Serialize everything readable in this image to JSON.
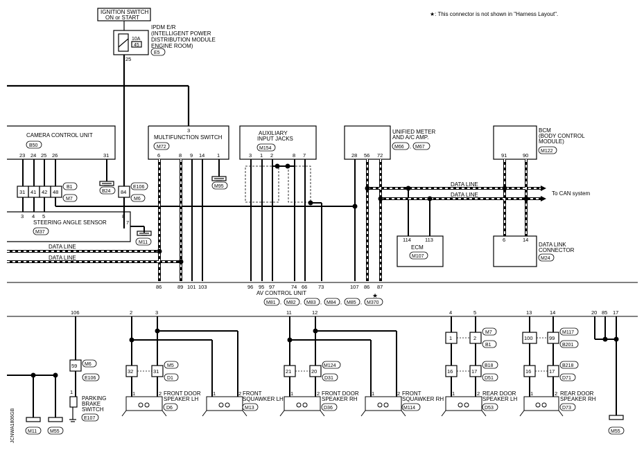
{
  "note": "★: This connector is not shown in \"Harness Layout\".",
  "ignition": {
    "line1": "IGNITION SWITCH",
    "line2": "ON or START"
  },
  "ipdm": {
    "line1": "IPDM E/R",
    "line2": "(INTELLIGENT POWER",
    "line3": "DISTRIBUTION MODULE",
    "line4": "ENGINE ROOM)",
    "fuse_amp": "10A",
    "fuse_no": "45",
    "conn": "E5",
    "pin": "25"
  },
  "camera": {
    "name": "CAMERA CONTROL UNIT",
    "conn": "B50",
    "pins": [
      "23",
      "24",
      "25",
      "26",
      "31"
    ]
  },
  "multifunction": {
    "name": "MULTIFUNCTION SWITCH",
    "conn": "M72",
    "top_pin": "3",
    "pins": [
      "6",
      "8",
      "9",
      "14",
      "1"
    ]
  },
  "aux": {
    "line1": "AUXILIARY",
    "line2": "INPUT JACKS",
    "conn": "M154",
    "pins": [
      "3",
      "1",
      "2",
      "8",
      "7"
    ]
  },
  "meter": {
    "line1": "UNIFIED METER",
    "line2": "AND A/C AMP.",
    "conn1": "M66",
    "conn2": "M67",
    "pins": [
      "28",
      "56",
      "72"
    ]
  },
  "bcm": {
    "line1": "BCM",
    "line2": "(BODY CONTROL",
    "line3": "MODULE)",
    "conn": "M122",
    "pins": [
      "91",
      "90"
    ]
  },
  "ecm": {
    "name": "ECM",
    "conn": "M107",
    "pins": [
      "114",
      "113"
    ]
  },
  "dlc": {
    "line1": "DATA LINK",
    "line2": "CONNECTOR",
    "conn": "M24",
    "pins": [
      "6",
      "14"
    ]
  },
  "can": {
    "data_line": "DATA LINE",
    "to_can": "To CAN system"
  },
  "steering": {
    "name": "STEERING ANGLE SENSOR",
    "conn": "M37",
    "top_pins": [
      "3",
      "4",
      "5"
    ],
    "pin8": "8",
    "pin7": "7"
  },
  "joint_b1": {
    "pins": [
      "31",
      "41",
      "42",
      "48"
    ],
    "conn1": "B1",
    "conn2": "M7"
  },
  "joint_e106": {
    "pin": "84",
    "conn1": "E106",
    "conn2": "M6"
  },
  "grounds_top": {
    "g1": "B24",
    "g2": "M95",
    "g3": "M11"
  },
  "av": {
    "name": "AV CONTROL UNIT",
    "pins_left": [
      "86",
      "89",
      "101",
      "103"
    ],
    "pins_mid": [
      "96",
      "95",
      "97",
      "74",
      "66",
      "73"
    ],
    "pins_right": [
      "107",
      "86",
      "87"
    ],
    "conns": [
      "M81",
      "M82",
      "M83",
      "M84",
      "M85",
      "M370"
    ]
  },
  "av_lower_pins": {
    "p106": "106",
    "p2": "2",
    "p3": "3",
    "p11": "11",
    "p12": "12",
    "p4": "4",
    "p5": "5",
    "p13": "13",
    "p14": "14",
    "p20": "20",
    "p85": "85",
    "p17": "17"
  },
  "parking": {
    "line1": "PARKING",
    "line2": "BRAKE",
    "line3": "SWITCH",
    "conn": "E107",
    "joint_pin": "59",
    "joint_conn1": "M6",
    "joint_conn2": "E106",
    "pin1": "1"
  },
  "fd_lh": {
    "line1": "FRONT DOOR",
    "line2": "SPEAKER LH",
    "conn": "D6",
    "j_pins": [
      "32",
      "31"
    ],
    "j_conn1": "M5",
    "j_conn2": "D1"
  },
  "fs_lh": {
    "line1": "FRONT",
    "line2": "SQUAWKER LH",
    "conn": "M13"
  },
  "fd_rh": {
    "line1": "FRONT DOOR",
    "line2": "SPEAKER RH",
    "conn": "D36",
    "j_pins": [
      "21",
      "20"
    ],
    "j_conn1": "M124",
    "j_conn2": "D31"
  },
  "fs_rh": {
    "line1": "FRONT",
    "line2": "SQUAWKER RH",
    "conn": "M114"
  },
  "rd_lh": {
    "line1": "REAR DOOR",
    "line2": "SPEAKER LH",
    "conn": "D53",
    "j1_pins": [
      "1",
      "2"
    ],
    "j1_conn1": "M7",
    "j1_conn2": "B1",
    "j2_pins": [
      "16",
      "17"
    ],
    "j2_conn1": "B18",
    "j2_conn2": "D51"
  },
  "rd_rh": {
    "line1": "REAR DOOR",
    "line2": "SPEAKER RH",
    "conn": "D73",
    "j1_pins": [
      "100",
      "99"
    ],
    "j1_conn1": "M117",
    "j1_conn2": "B201",
    "j2_pins": [
      "16",
      "17"
    ],
    "j2_conn1": "B218",
    "j2_conn2": "D71"
  },
  "speaker_pins": {
    "p1": "1",
    "p2": "2"
  },
  "grounds_bottom": {
    "g1": "M11",
    "g2": "M55",
    "g3": "M55"
  },
  "code": "JCNWA1806GB"
}
